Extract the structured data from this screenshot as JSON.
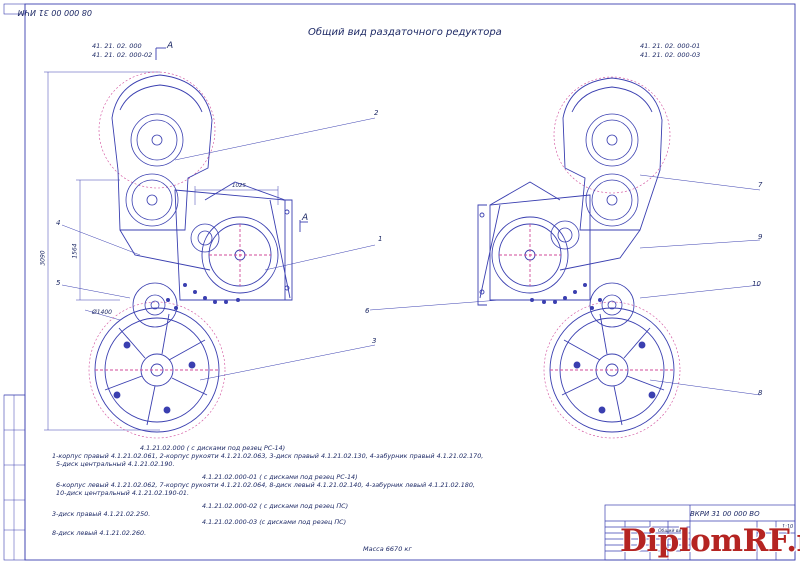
{
  "sheet_code_top": "08 000 00 31 ИЧМ",
  "title": "Общий вид раздаточного редуктора",
  "left_variant_codes": [
    "41. 21. 02. 000",
    "41. 21. 02. 000-02"
  ],
  "right_variant_codes": [
    "41. 21. 02. 000-01",
    "41. 21. 02. 000-03"
  ],
  "section_label": "A",
  "dimensions": {
    "overall_height": "3090",
    "inner_height": "1564",
    "width": "1025",
    "disk_dia": "Ø1400"
  },
  "callouts": [
    "1",
    "2",
    "3",
    "4",
    "5",
    "6",
    "7",
    "8",
    "9",
    "10"
  ],
  "notes": [
    {
      "head": "4.1.21.02.000 ( с дисками под резец РС-14)",
      "lines": [
        "1-корпус правый 4.1.21.02.061, 2-корпус рукояти 4.1.21.02.063, 3-диск правый 4.1.21.02.130, 4-забурник правый 4.1.21.02.170,",
        "5-диск центральный 4.1.21.02.190."
      ]
    },
    {
      "head": "4.1.21.02.000-01 ( с дисками под резец РС-14)",
      "lines": [
        "6-корпус левый 4.1.21.02.062, 7-корпус рукояти 4.1.21.02.064, 8-диск левый 4.1.21.02.140, 4-забурник левый 4.1.21.02.180,",
        "10-диск центральный 4.1.21.02.190-01."
      ]
    },
    {
      "head": "4.1.21.02.000-02 ( с дисками под резец ПС)",
      "lines": [
        "3-диск правый 4.1.21.02.250."
      ]
    },
    {
      "head": "4.1.21.02.000-03 (с дисками под резец ПС)",
      "lines": [
        "8-диск левый 4.1.21.02.260."
      ]
    }
  ],
  "mass": "Масса 6670 кг",
  "stamp_code": "ВКРИ 31 00 000 ВО",
  "stamp_title": "Общий вид",
  "scale": "1:10",
  "watermark": "DiplomRF.ru",
  "colors": {
    "line": "#3a3fb0",
    "dash": "#d04a9a",
    "ink": "#1e2a66",
    "brand": "#b52422"
  }
}
